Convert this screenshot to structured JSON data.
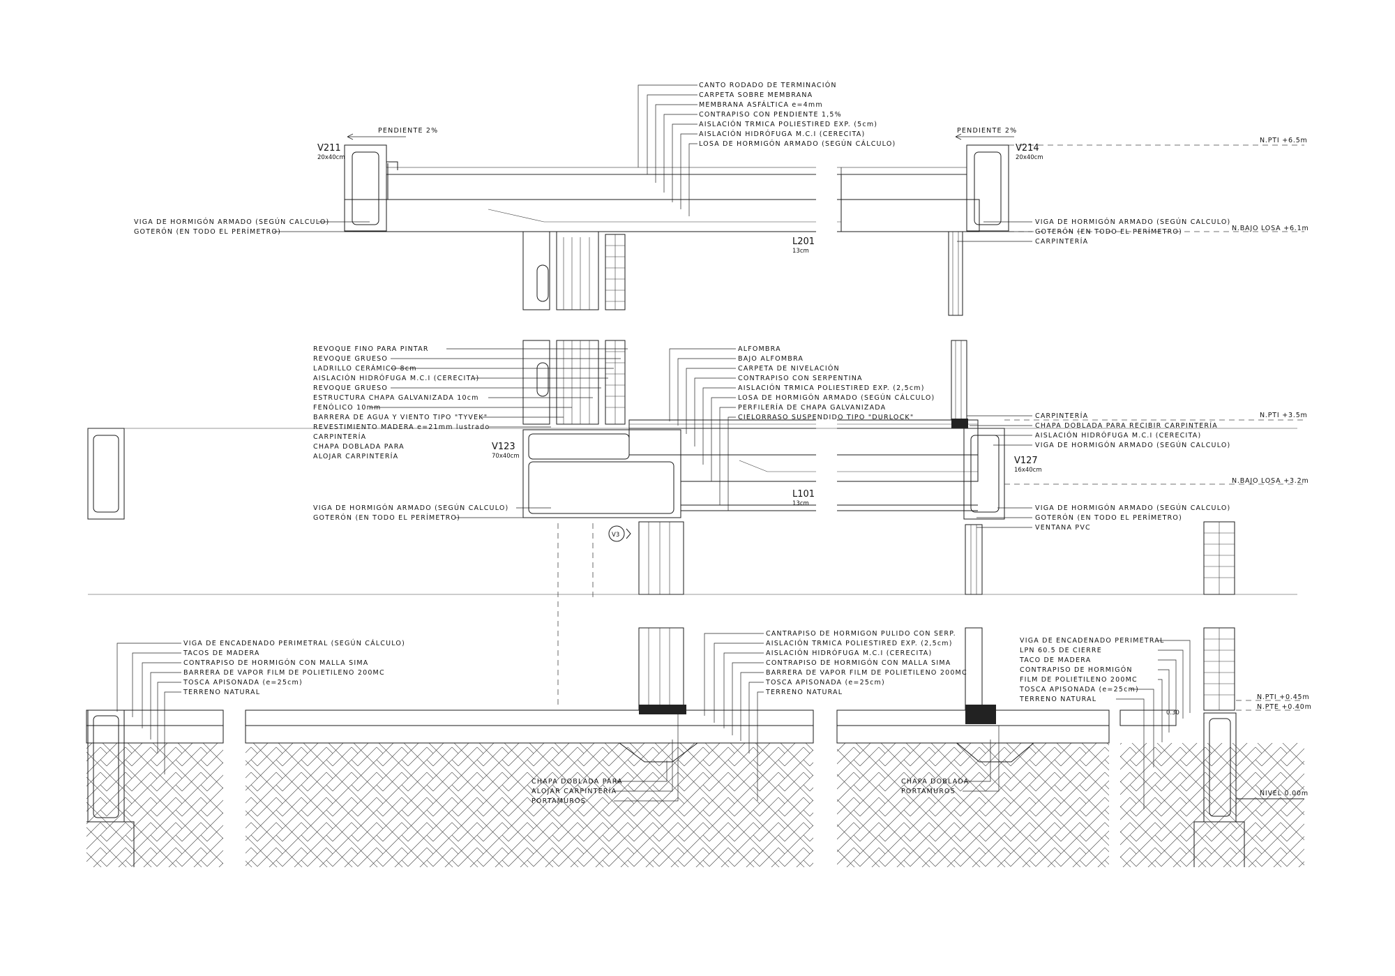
{
  "section_top": {
    "slope_left": "PENDIENTE 2%",
    "slope_right": "PENDIENTE 2%",
    "beam_left": {
      "tag": "V211",
      "size": "20x40cm"
    },
    "beam_right": {
      "tag": "V214",
      "size": "20x40cm"
    },
    "slab": {
      "tag": "L201",
      "size": "13cm"
    },
    "level_top": "N.PTI +6.5m",
    "level_slab": "N.BAJO LOSA +6.1m",
    "roof_layers": [
      "CANTO RODADO DE TERMINACIÓN",
      "CARPETA SOBRE MEMBRANA",
      "MEMBRANA ASFÁLTICA e=4mm",
      "CONTRAPISO CON PENDIENTE 1,5%",
      "AISLACIÓN TRMICA POLIESTIRED EXP. (5cm)",
      "AISLACIÓN HIDRÓFUGA M.C.I (CERECITA)",
      "LOSA DE HORMIGÓN ARMADO (SEGÚN CÁLCULO)"
    ],
    "left_notes": [
      "VIGA DE HORMIGÓN ARMADO (SEGÚN CALCULO)",
      "GOTERÓN (EN TODO EL PERÍMETRO)"
    ],
    "right_notes": [
      "VIGA DE HORMIGÓN ARMADO (SEGÚN CALCULO)",
      "GOTERÓN (EN TODO EL PERÍMETRO)",
      "CARPINTERÍA"
    ]
  },
  "section_mid": {
    "beam_left": {
      "tag": "V123",
      "size": "70x40cm"
    },
    "beam_right": {
      "tag": "V127",
      "size": "16x40cm"
    },
    "slab": {
      "tag": "L101",
      "size": "13cm"
    },
    "window_tag": "V3",
    "level_top": "N.PTI +3.5m",
    "level_slab": "N.BAJO LOSA +3.2m",
    "wall_layers": [
      "REVOQUE FINO PARA PINTAR",
      "REVOQUE GRUESO",
      "LADRILLO CERÁMICO 8cm",
      "AISLACIÓN HIDRÓFUGA M.C.I (CERECITA)",
      "REVOQUE GRUESO",
      "ESTRUCTURA CHAPA GALVANIZADA 10cm",
      "FENÓLICO 10mm",
      "BARRERA DE AGUA Y VIENTO TIPO \"TYVEK\"",
      "REVESTIMIENTO MADERA e=21mm lustrado",
      "CARPINTERÍA",
      "CHAPA DOBLADA PARA",
      "ALOJAR CARPINTERÍA"
    ],
    "floor_layers": [
      "ALFOMBRA",
      "BAJO ALFOMBRA",
      "CARPETA DE NIVELACIÓN",
      "CONTRAPISO CON SERPENTINA",
      "AISLACIÓN TRMICA POLIESTIRED EXP. (2,5cm)",
      "LOSA DE HORMIGÓN ARMADO (SEGÚN CÁLCULO)",
      "PERFILERÍA DE CHAPA GALVANIZADA",
      "CIELORRASO SUSPENDIDO TIPO \"DURLOCK\""
    ],
    "left_bottom_notes": [
      "VIGA DE HORMIGÓN ARMADO (SEGÚN CALCULO)",
      "GOTERÓN (EN TODO EL PERÍMETRO)"
    ],
    "right_top_notes": [
      "CARPINTERÍA",
      "CHAPA DOBLADA PARA RECIBIR CARPINTERÍA",
      "AISLACIÓN HIDRÓFUGA M.C.I (CERECITA)",
      "VIGA DE HORMIGÓN ARMADO (SEGÚN CALCULO)"
    ],
    "right_bottom_notes": [
      "VIGA DE HORMIGÓN ARMADO (SEGÚN CALCULO)",
      "GOTERÓN (EN TODO EL PERÍMETRO)",
      "VENTANA PVC"
    ]
  },
  "section_bottom": {
    "left_notes": [
      "VIGA DE ENCADENADO PERIMETRAL (SEGÚN CÁLCULO)",
      "TACOS DE MADERA",
      "CONTRAPISO DE HORMIGÓN CON MALLA SIMA",
      "BARRERA DE VAPOR FILM DE POLIETILENO 200MC",
      "TOSCA APISONADA (e=25cm)",
      "TERRENO NATURAL"
    ],
    "center_notes": [
      "CANTRAPISO DE HORMIGON PULIDO CON SERP.",
      "AISLACIÓN TRMICA POLIESTIRED EXP. (2,5cm)",
      "AISLACIÓN HIDRÓFUGA M.C.I (CERECITA)",
      "CONTRAPISO DE HORMIGÓN CON MALLA SIMA",
      "BARRERA DE VAPOR FILM DE POLIETILENO 200MC",
      "TOSCA APISONADA (e=25cm)",
      "TERRENO NATURAL"
    ],
    "lower_center_notes": [
      "CHAPA DOBLADA PARA",
      "ALOJAR CARPINTERÍA",
      "PORTAMUROS"
    ],
    "lower_right_notes": [
      "CHAPA DOBLADA",
      "PORTAMUROS"
    ],
    "right_notes": [
      "VIGA DE ENCADENADO PERIMETRAL",
      "LPN 60.5 DE CIERRE",
      "TACO DE MADERA",
      "CONTRAPISO DE HORMIGÓN",
      "FILM DE POLIETILENO 200MC",
      "TOSCA APISONADA (e=25cm)",
      "TERRENO NATURAL"
    ],
    "level_pti": "N.PTI +0.45m",
    "level_pte": "N.PTE +0.40m",
    "level_ground": "NIVEL 0.00m",
    "dim_small": "0.30"
  },
  "colors": {
    "ink": "#111111",
    "paper": "#ffffff"
  }
}
